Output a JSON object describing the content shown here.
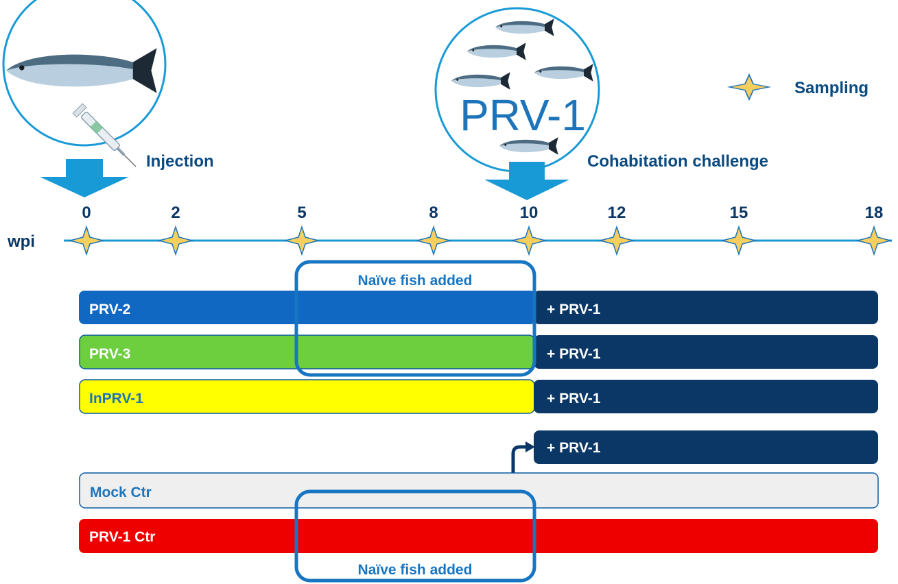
{
  "injection": {
    "label": "Injection",
    "icon": "salmon-syringe-icon"
  },
  "challenge": {
    "label": "Cohabitation challenge",
    "virus": "PRV-1",
    "icon": "salmon-school-icon"
  },
  "legend": {
    "label": "Sampling",
    "icon": "star-icon"
  },
  "timeline": {
    "unit": "wpi",
    "ticks": [
      "0",
      "2",
      "5",
      "8",
      "10",
      "12",
      "15",
      "18"
    ],
    "tick_values": [
      0,
      2,
      5,
      8,
      10,
      12,
      15,
      18
    ]
  },
  "groups": [
    {
      "name": "PRV-2",
      "color": "#1168c2",
      "suffix": "+ PRV-1"
    },
    {
      "name": "PRV-3",
      "color": "#6ecf3e",
      "suffix": "+ PRV-1"
    },
    {
      "name": "InPRV-1",
      "color": "#ffff00",
      "suffix": "+ PRV-1"
    },
    {
      "name": "Mock Ctr",
      "color": "#efefef",
      "suffix": "+ PRV-1"
    },
    {
      "name": "PRV-1 Ctr",
      "color": "#ee0000"
    }
  ],
  "naive_top": "Naïve fish added",
  "naive_bottom": "Naïve fish added",
  "colors": {
    "dark": "#0a3766",
    "accent": "#1775c2",
    "star": "#f7cf5e",
    "arrow": "#189ad6"
  }
}
